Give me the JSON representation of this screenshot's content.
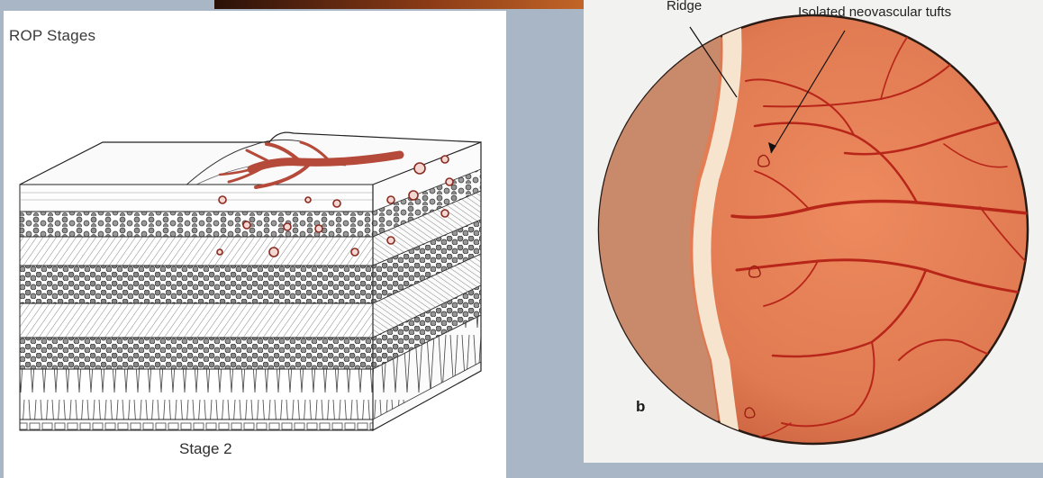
{
  "left_figure": {
    "title": "ROP Stages",
    "caption": "Stage 2"
  },
  "right_figure": {
    "label_ridge": "Ridge",
    "label_tufts": "Isolated neovascular tufts",
    "panel_letter": "b"
  },
  "colors": {
    "background": "#a9b6c6",
    "fundus": "#e07a52",
    "vessel": "#b8261a",
    "ridge": "#f6e4cf"
  }
}
